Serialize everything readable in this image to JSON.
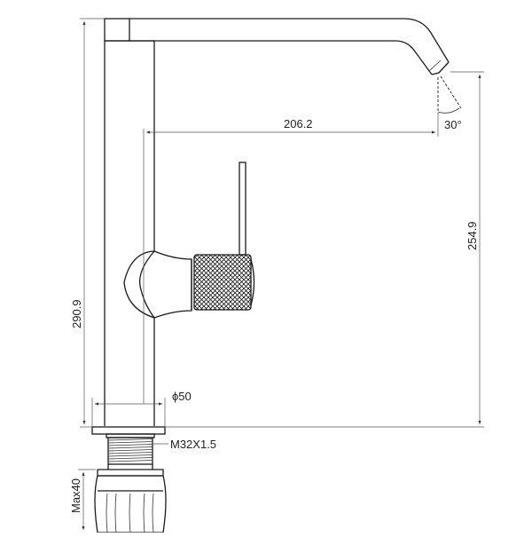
{
  "dimensions": {
    "spout_reach": "206.2",
    "spout_height": "254.9",
    "total_height": "290.9",
    "base_diameter": "ϕ50",
    "thread_size": "M32X1.5",
    "max_deck": "Max40",
    "spout_angle": "30°"
  }
}
